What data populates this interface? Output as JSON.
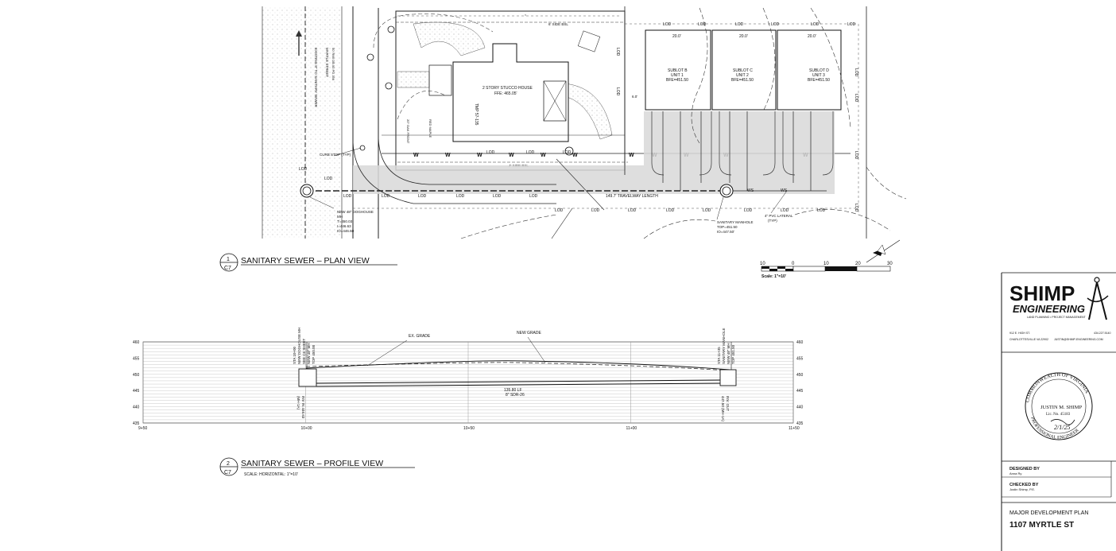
{
  "plan": {
    "number": "1",
    "sheet": "C7",
    "title": "SANITARY SEWER – PLAN VIEW",
    "house_label": "2 STORY STUCCO HOUSE",
    "house_ffe": "FFE: 465.05'",
    "tmp_label": "TMP 57-135",
    "sublots": [
      {
        "name": "SUBLOT B",
        "unit": "UNIT 1",
        "bfe": "BFE=451.50",
        "width": "20.0'"
      },
      {
        "name": "SUBLOT C",
        "unit": "UNIT 2",
        "bfe": "BFE=451.50",
        "width": "20.0'"
      },
      {
        "name": "SUBLOT D",
        "unit": "UNIT 3",
        "bfe": "BFE=451.50",
        "width": "20.0'"
      }
    ],
    "side_bsl": "6' SIDE BSL",
    "side_bsl_lower": "4' SIDE BSL",
    "travelway": "149.7' TRAVELWAY LENGTH",
    "lod": "LOD",
    "water": "W",
    "ws": "WS",
    "street": "MYRTLE STREET",
    "street_sub": "50' R/W DB 50 PG 356",
    "existing_sewer": "EXISTING 8\" TO SANITARY SEWER",
    "new_doghouse": "NEW 48\" DOGHOUSE",
    "doghouse_mh": "MH",
    "doghouse_t": "T=450.03",
    "doghouse_i": "I=446.63",
    "doghouse_io": "IO=446.60",
    "curb_stop": "CURB STOP (TYP)",
    "sanitary_mh": "SANITARY MANHOLE",
    "sanitary_top": "TOP=451.50",
    "sanitary_io": "IO=447.50'",
    "lateral": "4\" PVC LATERAL",
    "lateral_typ": "(TYP)",
    "red_maple": "RED MAPLE",
    "oak": "20\" OAK FRONT",
    "lat_dim": "6.0'",
    "scale_label": "Scale: 1\"=10'",
    "scale_ticks": [
      "10",
      "0",
      "10",
      "20",
      "30"
    ]
  },
  "profile": {
    "number": "2",
    "sheet": "C7",
    "title": "SANITARY SEWER – PROFILE VIEW",
    "scale": "SCALE: HORIZONTAL: 1\"=10'",
    "elevations": [
      "460",
      "455",
      "450",
      "445",
      "440",
      "435"
    ],
    "stations": [
      "9+50",
      "10+00",
      "10+50",
      "11+00",
      "11+50"
    ],
    "ex_grade": "EX. GRADE",
    "new_grade": "NEW GRADE",
    "pipe_len": "135.80 LF",
    "pipe_type": "8\" SDR-26",
    "left_mh_lines": [
      "STA 10+00",
      "NEW DOGHOUSE MH",
      "SEE C6 SHEET",
      "NEW 48\" MH",
      "TOP 450.00"
    ],
    "left_inv": [
      "INV IN 446.63",
      "(MH-1A)"
    ],
    "right_mh_lines": [
      "STA 11+35",
      "SANITARY MANHOLE",
      "NEW 48\" MH",
      "TOP 451.50"
    ],
    "right_inv": [
      "INV. OUT",
      "447.50 (MH-1A)"
    ]
  },
  "titleblock": {
    "logo_main": "SHIMP",
    "logo_sub": "ENGINEERING",
    "tagline": "LAND PLANNING • PROJECT MANAGEMENT",
    "address1": "912 E. HIGH ST.",
    "address2": "CHARLOTTESVILLE VA 22902",
    "phone": "434.227.5140",
    "email": "JUSTIN@SHIMP-ENGINEERING.COM",
    "seal_top": "COMMONWEALTH OF VIRGINIA",
    "seal_name": "JUSTIN M. SHIMP",
    "seal_lic": "Lic. No. 45183",
    "seal_date": "2/1/25",
    "seal_bottom": "PROFESSIONAL ENGINEER",
    "designed_by_label": "DESIGNED BY",
    "designed_by": "Anna Ry",
    "checked_by_label": "CHECKED BY",
    "checked_by": "Justin Shimp, P.E.",
    "plan_type": "MAJOR DEVELOPMENT PLAN",
    "project": "1107 MYRTLE ST"
  }
}
